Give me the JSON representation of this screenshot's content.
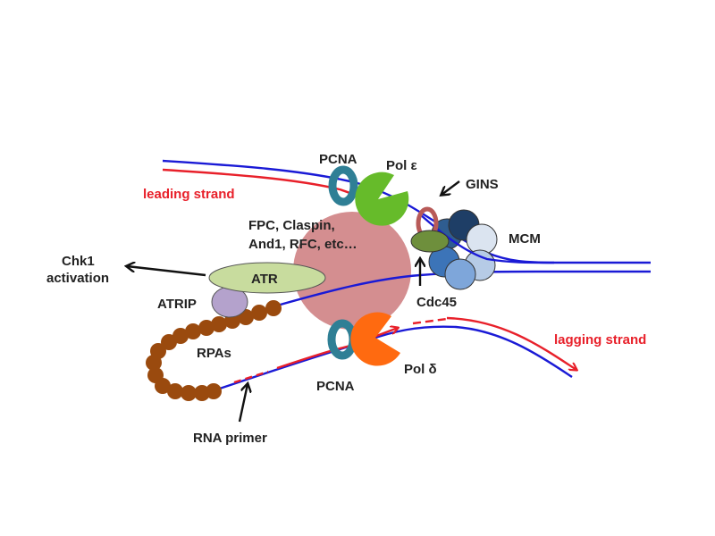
{
  "diagram": {
    "title": "DNA replication fork with ATR checkpoint components",
    "colors": {
      "template_strand": "#1a1ad6",
      "nascent_strand": "#e8202a",
      "pcna": "#2f7f95",
      "pol_epsilon": "#66bb2a",
      "pol_delta": "#ff6a10",
      "fpc_complex": "#d48e90",
      "atr": "#c8dc9e",
      "atrip": "#b4a2cc",
      "rpa": "#9a4a0e",
      "gins": "#b85a58",
      "cdc45": "#6e8f3c",
      "mcm_dark": "#1e3e66",
      "mcm_mid": "#3c74b8",
      "mcm_light": "#dbe4f0"
    },
    "labels": {
      "leading_strand": "leading strand",
      "lagging_strand": "lagging strand",
      "pcna_top": "PCNA",
      "pcna_bottom": "PCNA",
      "pol_epsilon": "Pol ε",
      "pol_delta": "Pol δ",
      "gins": "GINS",
      "mcm": "MCM",
      "cdc45": "Cdc45",
      "fpc_line1": "FPC, Claspin,",
      "fpc_line2": "And1, RFC, etc…",
      "atr": "ATR",
      "atrip": "ATRIP",
      "chk1_line1": "Chk1",
      "chk1_line2": "activation",
      "rpas": "RPAs",
      "rna_primer": "RNA primer"
    }
  }
}
